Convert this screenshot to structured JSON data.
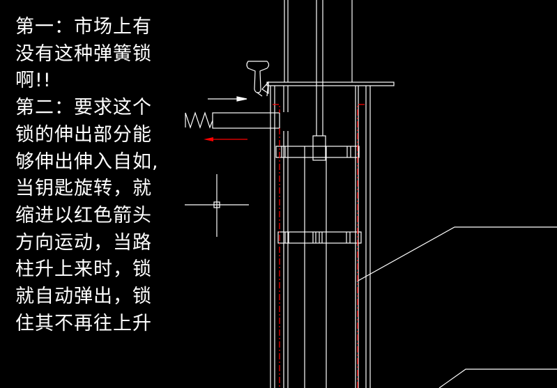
{
  "note_lines": [
    "第一：市场上有",
    "没有这种弹簧锁",
    "啊!!",
    "第二：要求这个",
    "锁的伸出部分能",
    "够伸出伸入自如,",
    "当钥匙旋转，就",
    "缩进以红色箭头",
    "方向运动，当路",
    "柱升上来时，锁",
    "就自动弹出，锁",
    "住其不再往上升"
  ],
  "colors": {
    "background": "#000000",
    "line": "#ffffff",
    "accent": "#ff0000"
  }
}
